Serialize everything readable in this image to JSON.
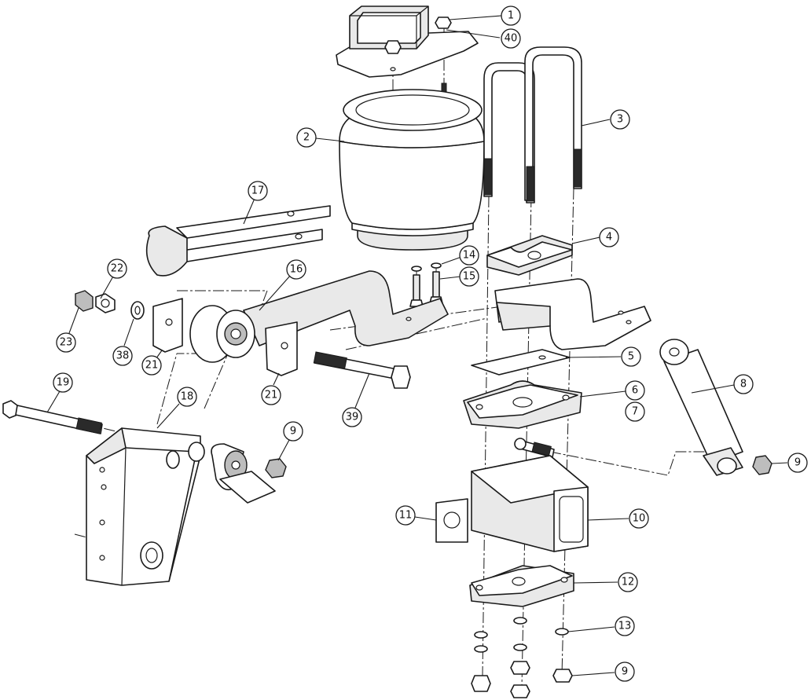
{
  "callouts": [
    {
      "id": "c1",
      "label": "1"
    },
    {
      "id": "c40",
      "label": "40"
    },
    {
      "id": "c2",
      "label": "2"
    },
    {
      "id": "c3",
      "label": "3"
    },
    {
      "id": "c17",
      "label": "17"
    },
    {
      "id": "c4",
      "label": "4"
    },
    {
      "id": "c14",
      "label": "14"
    },
    {
      "id": "c15",
      "label": "15"
    },
    {
      "id": "c16",
      "label": "16"
    },
    {
      "id": "c22",
      "label": "22"
    },
    {
      "id": "c23",
      "label": "23"
    },
    {
      "id": "c38",
      "label": "38"
    },
    {
      "id": "c21a",
      "label": "21"
    },
    {
      "id": "c21b",
      "label": "21"
    },
    {
      "id": "c5",
      "label": "5"
    },
    {
      "id": "c8",
      "label": "8"
    },
    {
      "id": "c6",
      "label": "6"
    },
    {
      "id": "c7",
      "label": "7"
    },
    {
      "id": "c39",
      "label": "39"
    },
    {
      "id": "c19",
      "label": "19"
    },
    {
      "id": "c18",
      "label": "18"
    },
    {
      "id": "c9a",
      "label": "9"
    },
    {
      "id": "c9b",
      "label": "9"
    },
    {
      "id": "c11",
      "label": "11"
    },
    {
      "id": "c10",
      "label": "10"
    },
    {
      "id": "c12",
      "label": "12"
    },
    {
      "id": "c13",
      "label": "13"
    },
    {
      "id": "c9c",
      "label": "9"
    }
  ]
}
